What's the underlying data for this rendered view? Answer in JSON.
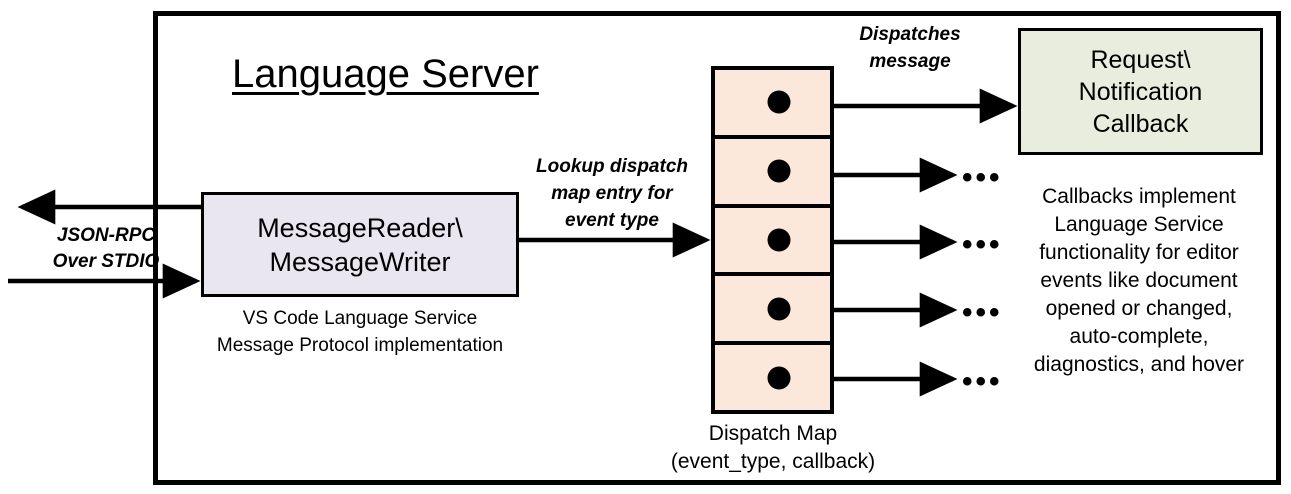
{
  "diagram": {
    "title": "Language Server",
    "boundary_name": "language-server-boundary"
  },
  "transport": {
    "label_line1": "JSON-RPC",
    "label_line2": "Over STDIO",
    "inbound_arrow": "arrow-right-into-server",
    "outbound_arrow": "arrow-left-out-of-server"
  },
  "message_io": {
    "line1": "MessageReader\\",
    "line2": "MessageWriter",
    "caption_line1": "VS Code Language Service",
    "caption_line2": "Message Protocol implementation",
    "fill": "#EAE6F0"
  },
  "lookup": {
    "line1": "Lookup dispatch",
    "line2": "map entry for",
    "line3": "event type"
  },
  "dispatch_map": {
    "caption_line1": "Dispatch Map",
    "caption_line2": "(event_type, callback)",
    "fill": "#FCE8DA",
    "cell_count": 5,
    "cells": [
      {
        "name": "dispatch-map-row-1",
        "dot": "callback-pointer-dot",
        "target": "Request\\Notification Callback"
      },
      {
        "name": "dispatch-map-row-2",
        "dot": "callback-pointer-dot",
        "target": "..."
      },
      {
        "name": "dispatch-map-row-3",
        "dot": "callback-pointer-dot",
        "target": "..."
      },
      {
        "name": "dispatch-map-row-4",
        "dot": "callback-pointer-dot",
        "target": "..."
      },
      {
        "name": "dispatch-map-row-5",
        "dot": "callback-pointer-dot",
        "target": "..."
      }
    ]
  },
  "dispatches": {
    "line1": "Dispatches",
    "line2": "message"
  },
  "callback": {
    "line1": "Request\\",
    "line2": "Notification",
    "line3": "Callback",
    "fill": "#E8EDDD",
    "caption_line1": "Callbacks implement",
    "caption_line2": "Language Service",
    "caption_line3": "functionality for editor",
    "caption_line4": "events like document",
    "caption_line5": "opened or changed,",
    "caption_line6": "auto-complete,",
    "caption_line7": "diagnostics, and hover"
  },
  "ellipses": {
    "glyph": "•••",
    "rows": [
      "ellipsis-row-2",
      "ellipsis-row-3",
      "ellipsis-row-4",
      "ellipsis-row-5"
    ]
  },
  "colors": {
    "stroke": "#000000",
    "background": "#FFFFFF",
    "lavender": "#EAE6F0",
    "peach": "#FCE8DA",
    "green": "#E8EDDD"
  }
}
